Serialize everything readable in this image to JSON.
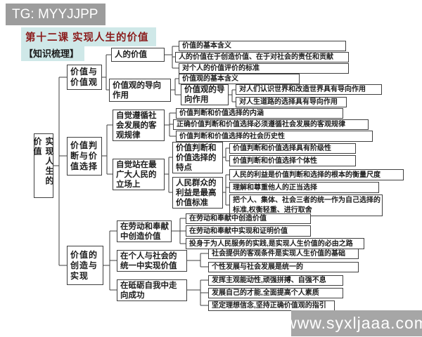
{
  "header": {
    "tag": "TG: MYYJJPP",
    "title": "第十二课 实现人生的价值",
    "section": "【知识梳理】"
  },
  "watermark": {
    "text": "www.syxljaaa.com"
  },
  "colors": {
    "tag_bg": "#9c9c9c",
    "title_bg": "#cfe8e8",
    "title_text": "#8b1c1c",
    "watermark_bg": "#a6a6a6",
    "line": "#3f3f3f",
    "box_border": "#3f3f3f"
  },
  "tree": {
    "root": "实现人生的价值",
    "branches": [
      {
        "label": "价值与价值观",
        "children": [
          {
            "label": "人的价值",
            "children": [
              {
                "label": "价值的基本含义"
              },
              {
                "label": "人的价值在于创造价值、在于对社会的责任和贡献"
              },
              {
                "label": "对个人的价值评价的标准"
              }
            ]
          },
          {
            "label": "价值观的导向作用",
            "children": [
              {
                "label": "价值观的基本含义"
              },
              {
                "label": "价值观的导向作用",
                "children": [
                  {
                    "label": "对人们认识世界和改造世界具有导向作用"
                  },
                  {
                    "label": "对人生道路的选择具有导向作用"
                  }
                ]
              }
            ]
          }
        ]
      },
      {
        "label": "价值判断与价值选择",
        "children": [
          {
            "label": "自觉遵循社会发展的客观规律",
            "children": [
              {
                "label": "价值判断和价值选择的内涵"
              },
              {
                "label": "正确价值判断和价值选择必须遵循社会发展的客观规律"
              },
              {
                "label": "价值判断和价值选择的社会历史性"
              }
            ]
          },
          {
            "label": "自觉站在最广大人民的立场上",
            "children": [
              {
                "label": "价值判断和价值选择的特点",
                "children": [
                  {
                    "label": "价值判断和价值选择具有阶级性"
                  },
                  {
                    "label": "价值判断和价值选择个体性"
                  }
                ]
              },
              {
                "label": "人民群众的利益是最高价值标准",
                "children": [
                  {
                    "label": "人民的利益是价值判断和选择的根本的衡量尺度"
                  },
                  {
                    "label": "理解和尊重他人的正当选择"
                  },
                  {
                    "label": "把个人、集体、社会三者的统一作为自己选择的标准,权衡轻重、进行取舍"
                  }
                ]
              }
            ]
          }
        ]
      },
      {
        "label": "价值的创造与实现",
        "children": [
          {
            "label": "在劳动和奉献中创造价值",
            "children": [
              {
                "label": "在劳动和奉献中创造价值"
              },
              {
                "label": "在劳动和奉献中实现和证明价值"
              },
              {
                "label": "投身于为人民服务的实践,是实现人生价值的必由之路"
              }
            ]
          },
          {
            "label": "在个人与社会的统一中实现价值",
            "children": [
              {
                "label": "社会提供的客观条件是实现人生价值的基础"
              },
              {
                "label": "个性发展与社会发展是统一的"
              }
            ]
          },
          {
            "label": "在砥砺自我中走向成功",
            "children": [
              {
                "label": "发挥主观能动性,顽强拼搏、自强不息"
              },
              {
                "label": "发展自己的才能,全面提高个人素质"
              },
              {
                "label": "坚定理想信念,坚持正确价值观的指引"
              }
            ]
          }
        ]
      }
    ]
  }
}
